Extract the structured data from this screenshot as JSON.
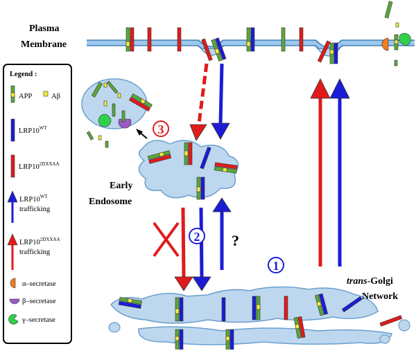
{
  "labels": {
    "plasma_line1": "Plasma",
    "plasma_line2": "Membrane",
    "early_line1": "Early",
    "early_line2": "Endosome",
    "tgn_italic": "trans",
    "tgn_rest": "-Golgi",
    "tgn_line2": "Network",
    "question": "?"
  },
  "steps": [
    {
      "number": "1",
      "color": "#1c1cd6"
    },
    {
      "number": "2",
      "color": "#1c1cd6"
    },
    {
      "number": "3",
      "color": "#e01b1b"
    }
  ],
  "legend": {
    "title": "Legend :",
    "app": "APP",
    "abeta": "Aβ",
    "lrp10_wt_base": "LRP10",
    "lrp10_wt_sup": "WT",
    "lrp10_mut_base": "LRP10",
    "lrp10_mut_sup": "2DXXAA",
    "wt_traffic_base": "LRP10",
    "wt_traffic_sup": "WT",
    "wt_traffic_line2": "trafficking",
    "mut_traffic_base": "LRP10",
    "mut_traffic_sup": "2DXXAA",
    "mut_traffic_line2": "trafficking",
    "alpha": "α–secretase",
    "beta": "β–secretase",
    "gamma": "γ–secretase"
  },
  "colors": {
    "membrane": "#9cc8ee",
    "membrane_fill": "#bdd7ee",
    "app_green": "#5aa83a",
    "abeta_yellow": "#f2ee3a",
    "lrp10_wt_blue": "#1c1cd6",
    "lrp10_mut_red": "#e01b1b",
    "alpha_orange": "#f07d23",
    "beta_purple": "#9b59c6",
    "gamma_green": "#2fd14a"
  }
}
